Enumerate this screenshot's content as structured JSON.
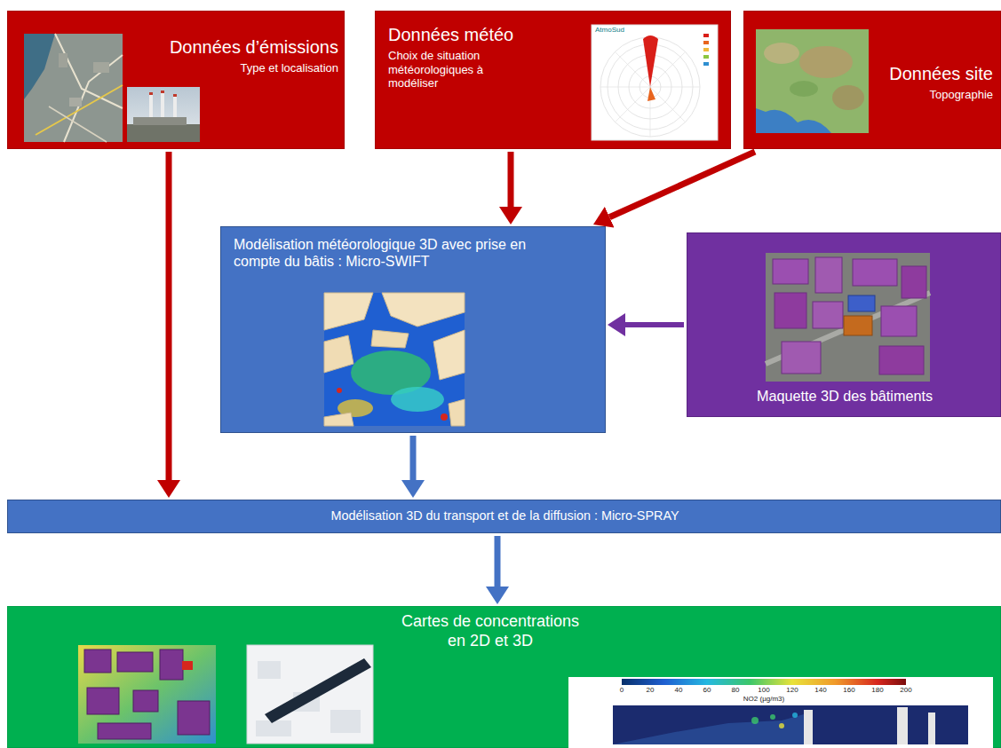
{
  "diagram": {
    "nodes": [
      {
        "text": [
          "Données d’émissions",
          "Type et localisation"
        ]
      },
      {
        "text": [
          "Données météo",
          "Choix de situation météorologiques à modéliser"
        ]
      },
      {
        "text": [
          "Données site",
          "Topographie"
        ]
      },
      {
        "text": [
          "Modélisation météorologique 3D avec prise en compte du bâtis : Micro-SWIFT"
        ]
      },
      {
        "text": [
          "Maquette 3D des bâtiments"
        ]
      },
      {
        "text": [
          "Modélisation 3D du transport et de la diffusion : Micro-SPRAY"
        ]
      },
      {
        "text": [
          "Cartes de concentrations en 2D et 3D"
        ]
      }
    ],
    "edges": [
      {
        "from": 0,
        "to": 5,
        "arrow": "to"
      },
      {
        "from": 1,
        "to": 3,
        "arrow": "to"
      },
      {
        "from": 2,
        "to": 3,
        "arrow": "to"
      },
      {
        "from": 4,
        "to": 3,
        "arrow": "to"
      },
      {
        "from": 3,
        "to": 5,
        "arrow": "to"
      },
      {
        "from": 5,
        "to": 6,
        "arrow": "to"
      }
    ],
    "labels": [
      "AtmoSud",
      "NO2 (µg/m3)",
      "0",
      "20",
      "40",
      "60",
      "80",
      "100",
      "120",
      "140",
      "160",
      "180",
      "200"
    ]
  }
}
